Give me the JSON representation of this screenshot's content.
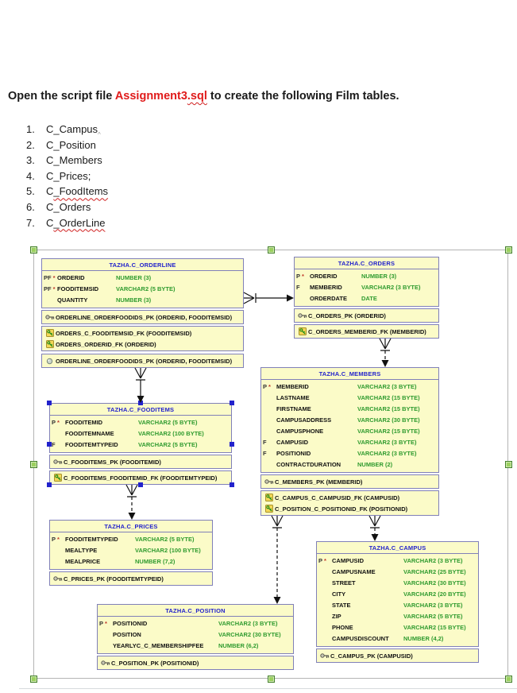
{
  "heading": {
    "prefix": "Open the script file ",
    "filename": "Assignment3",
    "filename_flagged": ".sql",
    "suffix": " to create the following Film tables."
  },
  "list": {
    "items": [
      {
        "num": "1.",
        "label": "C_Campus",
        "wavy": false,
        "tail_mark": "^"
      },
      {
        "num": "2.",
        "label": "C_Position",
        "wavy": false
      },
      {
        "num": "3.",
        "label": "C_Members",
        "wavy": false
      },
      {
        "num": "4.",
        "label": "C_Prices;",
        "wavy": false
      },
      {
        "num": "5.",
        "label": "C_FoodItems",
        "wavy": true,
        "wavy_from": 1
      },
      {
        "num": "6.",
        "label": "C_Orders",
        "wavy": false
      },
      {
        "num": "7.",
        "label": "C_OrderLine",
        "wavy": true,
        "wavy_from": 1
      }
    ]
  },
  "diagram": {
    "colors": {
      "accent_red": "#e01b1b",
      "squiggle_red": "#d02020",
      "entity_fill": "#fbfbc8",
      "entity_border": "#8080b8",
      "title_blue": "#2323cc",
      "type_green": "#2f9b2f",
      "handle_green": "#9bd05f",
      "handle_green_border": "#44802a",
      "handle_blue": "#2222cc",
      "connector": "#111111",
      "selection_line": "#b4b4b4"
    },
    "icons": {
      "primary_key": "key-icon",
      "foreign_key": "foreign-key-icon",
      "index": "index-icon"
    },
    "tables": [
      {
        "id": "orderline",
        "title": "TAZHA.C_ORDERLINE",
        "columns": [
          {
            "flag": "PF",
            "star": true,
            "name": "ORDERID",
            "type": "NUMBER (3)"
          },
          {
            "flag": "PF",
            "star": true,
            "name": "FOODITEMSID",
            "type": "VARCHAR2 (5 BYTE)"
          },
          {
            "flag": "",
            "star": false,
            "name": "QUANTITY",
            "type": "NUMBER (3)"
          }
        ],
        "keys": [
          "ORDERLINE_ORDERFOODIDS_PK (ORDERID, FOODITEMSID)"
        ],
        "fks": [
          "ORDERS_C_FOODITEMSID_FK (FOODITEMSID)",
          "ORDERS_ORDERID_FK (ORDERID)"
        ],
        "indexes": [
          "ORDERLINE_ORDERFOODIDS_PK (ORDERID, FOODITEMSID)"
        ],
        "selected": false
      },
      {
        "id": "orders",
        "title": "TAZHA.C_ORDERS",
        "columns": [
          {
            "flag": "P",
            "star": true,
            "name": "ORDERID",
            "type": "NUMBER (3)"
          },
          {
            "flag": "F",
            "star": false,
            "name": "MEMBERID",
            "type": "VARCHAR2 (3 BYTE)"
          },
          {
            "flag": "",
            "star": false,
            "name": "ORDERDATE",
            "type": "DATE"
          }
        ],
        "keys": [
          "C_ORDERS_PK (ORDERID)"
        ],
        "fks": [
          "C_ORDERS_MEMBERID_FK (MEMBERID)"
        ],
        "selected": false
      },
      {
        "id": "members",
        "title": "TAZHA.C_MEMBERS",
        "columns": [
          {
            "flag": "P",
            "star": true,
            "name": "MEMBERID",
            "type": "VARCHAR2 (3 BYTE)"
          },
          {
            "flag": "",
            "star": false,
            "name": "LASTNAME",
            "type": "VARCHAR2 (15 BYTE)"
          },
          {
            "flag": "",
            "star": false,
            "name": "FIRSTNAME",
            "type": "VARCHAR2 (15 BYTE)"
          },
          {
            "flag": "",
            "star": false,
            "name": "CAMPUSADDRESS",
            "type": "VARCHAR2 (30 BYTE)"
          },
          {
            "flag": "",
            "star": false,
            "name": "CAMPUSPHONE",
            "type": "VARCHAR2 (15 BYTE)"
          },
          {
            "flag": "F",
            "star": false,
            "name": "CAMPUSID",
            "type": "VARCHAR2 (3 BYTE)"
          },
          {
            "flag": "F",
            "star": false,
            "name": "POSITIONID",
            "type": "VARCHAR2 (3 BYTE)"
          },
          {
            "flag": "",
            "star": false,
            "name": "CONTRACTDURATION",
            "type": "NUMBER (2)"
          }
        ],
        "keys": [
          "C_MEMBERS_PK (MEMBERID)"
        ],
        "fks": [
          "C_CAMPUS_C_CAMPUSID_FK (CAMPUSID)",
          "C_POSITION_C_POSITIONID_FK (POSITIONID)"
        ],
        "selected": false
      },
      {
        "id": "fooditems",
        "title": "TAZHA.C_FOODITEMS",
        "columns": [
          {
            "flag": "P",
            "star": true,
            "name": "FOODITEMID",
            "type": "VARCHAR2 (5 BYTE)"
          },
          {
            "flag": "",
            "star": false,
            "name": "FOODITEMNAME",
            "type": "VARCHAR2 (100 BYTE)"
          },
          {
            "flag": "F",
            "star": false,
            "name": "FOODITEMTYPEID",
            "type": "VARCHAR2 (5 BYTE)"
          }
        ],
        "keys": [
          "C_FOODITEMS_PK (FOODITEMID)"
        ],
        "fks": [
          "C_FOODITEMS_FOODITEMID_FK (FOODITEMTYPEID)"
        ],
        "selected": true
      },
      {
        "id": "prices",
        "title": "TAZHA.C_PRICES",
        "columns": [
          {
            "flag": "P",
            "star": true,
            "name": "FOODITEMTYPEID",
            "type": "VARCHAR2 (5 BYTE)"
          },
          {
            "flag": "",
            "star": false,
            "name": "MEALTYPE",
            "type": "VARCHAR2 (100 BYTE)"
          },
          {
            "flag": "",
            "star": false,
            "name": "MEALPRICE",
            "type": "NUMBER (7,2)"
          }
        ],
        "keys": [
          "C_PRICES_PK (FOODITEMTYPEID)"
        ],
        "selected": false
      },
      {
        "id": "position",
        "title": "TAZHA.C_POSITION",
        "columns": [
          {
            "flag": "P",
            "star": true,
            "name": "POSITIONID",
            "type": "VARCHAR2 (3 BYTE)"
          },
          {
            "flag": "",
            "star": false,
            "name": "POSITION",
            "type": "VARCHAR2 (30 BYTE)"
          },
          {
            "flag": "",
            "star": false,
            "name": "YEARLYC_C_MEMBERSHIPFEE",
            "type": "NUMBER (6,2)"
          }
        ],
        "keys": [
          "C_POSITION_PK (POSITIONID)"
        ],
        "selected": false
      },
      {
        "id": "campus",
        "title": "TAZHA.C_CAMPUS",
        "columns": [
          {
            "flag": "P",
            "star": true,
            "name": "CAMPUSID",
            "type": "VARCHAR2 (3 BYTE)"
          },
          {
            "flag": "",
            "star": false,
            "name": "CAMPUSNAME",
            "type": "VARCHAR2 (25 BYTE)"
          },
          {
            "flag": "",
            "star": false,
            "name": "STREET",
            "type": "VARCHAR2 (30 BYTE)"
          },
          {
            "flag": "",
            "star": false,
            "name": "CITY",
            "type": "VARCHAR2 (20 BYTE)"
          },
          {
            "flag": "",
            "star": false,
            "name": "STATE",
            "type": "VARCHAR2 (3 BYTE)"
          },
          {
            "flag": "",
            "star": false,
            "name": "ZIP",
            "type": "VARCHAR2 (5 BYTE)"
          },
          {
            "flag": "",
            "star": false,
            "name": "PHONE",
            "type": "VARCHAR2 (15 BYTE)"
          },
          {
            "flag": "",
            "star": false,
            "name": "CAMPUSDISCOUNT",
            "type": "NUMBER (4,2)"
          }
        ],
        "keys": [
          "C_CAMPUS_PK (CAMPUSID)"
        ],
        "selected": false
      }
    ],
    "relationships": [
      {
        "from": "orderline",
        "to": "orders",
        "identifying": true
      },
      {
        "from": "orders",
        "to": "members",
        "identifying": false
      },
      {
        "from": "orderline",
        "to": "fooditems",
        "identifying": true
      },
      {
        "from": "fooditems",
        "to": "prices",
        "identifying": false
      },
      {
        "from": "members",
        "to": "position",
        "identifying": false
      },
      {
        "from": "members",
        "to": "campus",
        "identifying": false
      }
    ]
  }
}
